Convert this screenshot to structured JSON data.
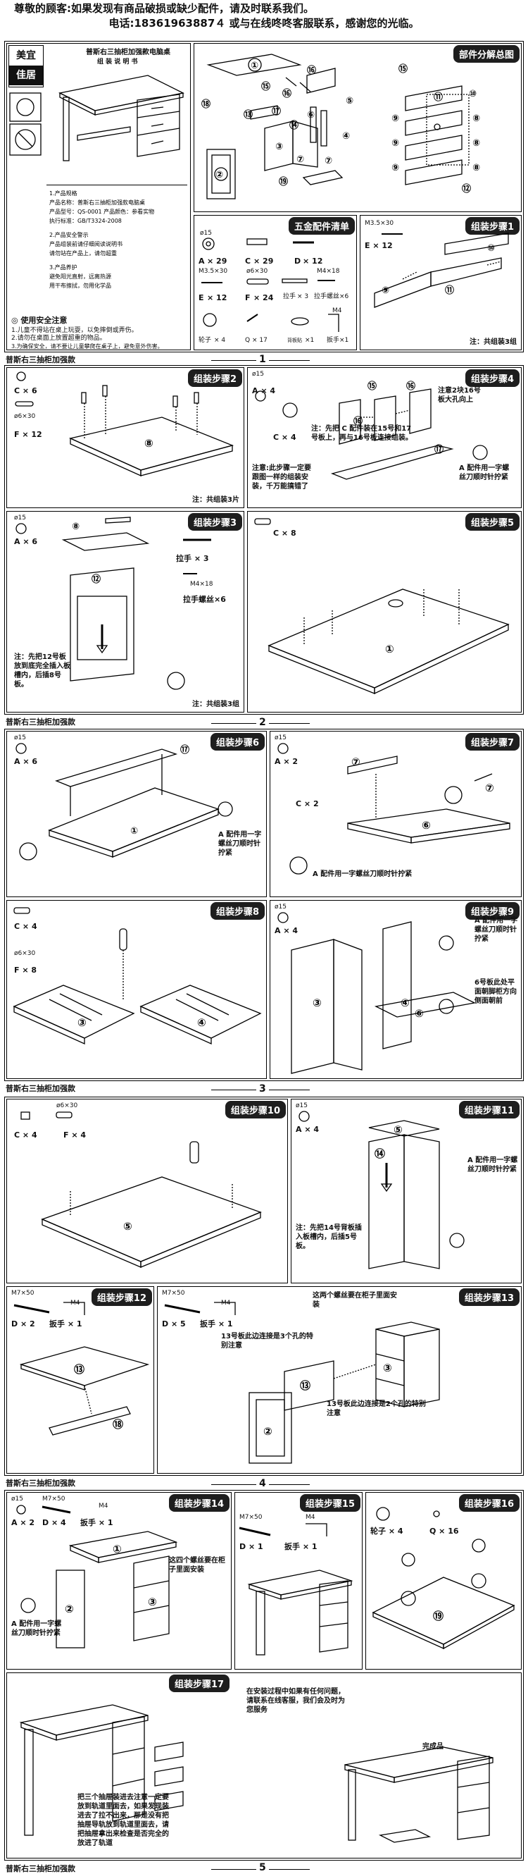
{
  "header": {
    "line1": "尊敬的顾客:如果发现有商品破损或缺少配件，请及时联系我们。",
    "line2": "电话:18361963887４ 或与在线咚咚客服联系，感谢您的光临。"
  },
  "cover": {
    "brand_top": "美宜",
    "brand_bottom": "佳居",
    "manual_title": "普斯右三抽柜加强款电脑桌",
    "manual_subtitle": "组 装 说 明 书",
    "parts_title": "部件分解总图",
    "hardware_title": "五金配件清单",
    "safety_title": "◎ 使用安全注意",
    "safety_lines": [
      "1.儿童不得站在桌上玩耍，以免摔倒或弄伤。",
      "2.请勿在桌面上放置超重的物品。",
      "3.为确保安全，请不要让儿童攀爬在桌子上，避免意外伤害。"
    ],
    "hardware": [
      {
        "code": "A",
        "spec": "ø15",
        "qty": "× 29"
      },
      {
        "code": "C",
        "spec": "",
        "qty": "× 29"
      },
      {
        "code": "D",
        "spec": "",
        "qty": "× 12"
      },
      {
        "code": "E",
        "spec": "M3.5×30",
        "qty": "× 12"
      },
      {
        "code": "F",
        "spec": "ø6×30",
        "qty": "× 24"
      },
      {
        "code": "",
        "spec": "拉手",
        "qty": "× 3"
      },
      {
        "code": "",
        "spec": "M4×18",
        "qty": "拉手螺丝×6"
      },
      {
        "code": "",
        "spec": "轮子",
        "qty": "× 4"
      },
      {
        "code": "Q",
        "spec": "",
        "qty": "× 17"
      },
      {
        "code": "",
        "spec": "背板贴",
        "qty": "×1"
      },
      {
        "code": "",
        "spec": "M4",
        "qty": "扳手×1"
      }
    ]
  },
  "footer_text": "普斯右三抽柜加强款",
  "page_numbers": [
    "1",
    "2",
    "3",
    "4",
    "5"
  ],
  "steps": [
    {
      "title": "组装步骤1",
      "lines": [
        "M3.5×30",
        "E × 12"
      ],
      "note": "注：共组装3组"
    },
    {
      "title": "组装步骤2",
      "lines": [
        "C × 6",
        "ø6×30",
        "F × 12"
      ],
      "note": "注：共组装3片"
    },
    {
      "title": "组装步骤3",
      "lines": [
        "ø15",
        "A × 6",
        "拉手 × 3",
        "M4×18",
        "拉手螺丝×6"
      ],
      "note": "注：先把12号板放到底完全插入板槽内，后插8号板。",
      "note2": "注：共组装3组"
    },
    {
      "title": "组装步骤4",
      "lines": [
        "ø15",
        "A × 4",
        "C × 4"
      ],
      "note": "注：先把 C 配件装在15号和17号板上，再与16号板连接组装。",
      "note2": "注意:此步骤一定要跟图一样的组装安装，千万能搞错了",
      "note3": "注意2块16号板大孔向上",
      "note4": "A 配件用一字螺丝刀顺时针拧紧"
    },
    {
      "title": "组装步骤5",
      "lines": [
        "C × 8"
      ]
    },
    {
      "title": "组装步骤6",
      "lines": [
        "ø15",
        "A × 6"
      ],
      "note": "A 配件用一字螺丝刀顺时针拧紧"
    },
    {
      "title": "组装步骤7",
      "lines": [
        "ø15",
        "A × 2",
        "C × 2"
      ],
      "note": "A 配件用一字螺丝刀顺时针拧紧"
    },
    {
      "title": "组装步骤8",
      "lines": [
        "C × 4",
        "ø6×30",
        "F × 8"
      ]
    },
    {
      "title": "组装步骤9",
      "lines": [
        "ø15",
        "A × 4"
      ],
      "note": "A 配件用一字螺丝刀顺时针拧紧",
      "note2": "6号板此处平面朝脚柜方向侧面朝前"
    },
    {
      "title": "组装步骤10",
      "lines": [
        "ø6×30",
        "C × 4",
        "F × 4"
      ]
    },
    {
      "title": "组装步骤11",
      "lines": [
        "ø15",
        "A × 4"
      ],
      "note": "注：先把14号背板插入板槽内，后插5号板。",
      "note2": "A 配件用一字螺丝刀顺时针拧紧"
    },
    {
      "title": "组装步骤12",
      "lines": [
        "M7×50",
        "M4",
        "D × 2",
        "扳手 × 1"
      ]
    },
    {
      "title": "组装步骤13",
      "lines": [
        "M7×50",
        "M4",
        "D × 5",
        "扳手 × 1"
      ],
      "note": "13号板此边连接是3个孔的特别注意",
      "note2": "这两个螺丝要在柜子里面安装",
      "note3": "13号板此边连接是2个孔的特别注意"
    },
    {
      "title": "组装步骤14",
      "lines": [
        "ø15",
        "M7×50",
        "M4",
        "A × 2",
        "D × 4",
        "扳手 × 1"
      ],
      "note": "这四个螺丝要在柜子里面安装",
      "note2": "A 配件用一字螺丝刀顺时针拧紧"
    },
    {
      "title": "组装步骤15",
      "lines": [
        "M7×50",
        "M4",
        "D × 1",
        "扳手 × 1"
      ]
    },
    {
      "title": "组装步骤16",
      "lines": [
        "轮子 × 4",
        "Q × 16"
      ]
    },
    {
      "title": "组装步骤17",
      "note": "把三个抽屉装进去注意一定要放到轨道里面去，如果发现装进去了拉不出来，那是没有把抽屉导轨放到轨道里面去，请把抽屉拿出来检查是否完全的放进了轨道",
      "note2": "在安装过程中如果有任何问题，请联系在线客服，我们会及时为您服务",
      "note3": "完成品"
    }
  ]
}
